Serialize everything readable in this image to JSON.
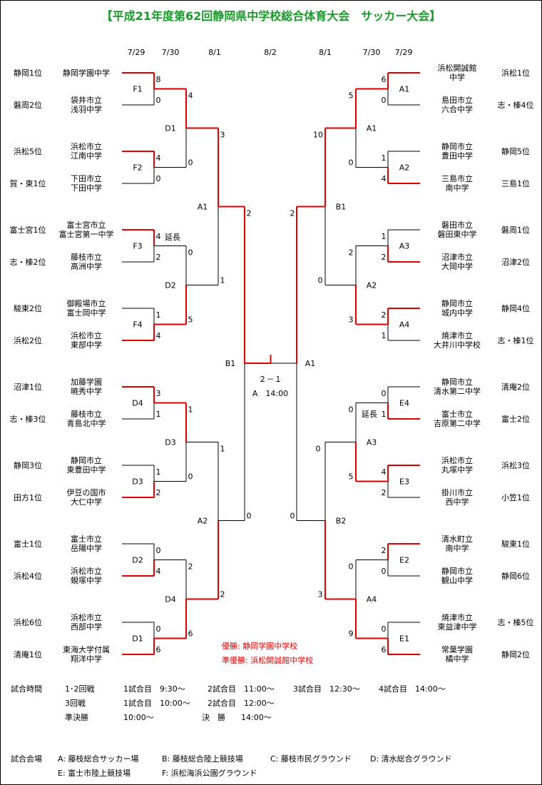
{
  "title": "【平成21年度第62回静岡県中学校総合体育大会　サッカー大会】",
  "dates": {
    "left": [
      "7/29",
      "7/30",
      "8/1"
    ],
    "center": "8/2",
    "right": [
      "8/1",
      "7/30",
      "7/29"
    ]
  },
  "left_teams": [
    {
      "rank": "静岡1位",
      "school": [
        "静岡学園中学"
      ]
    },
    {
      "rank": "磐周2位",
      "school": [
        "袋井市立",
        "浅羽中学"
      ]
    },
    {
      "rank": "浜松5位",
      "school": [
        "浜松市立",
        "江南中学"
      ]
    },
    {
      "rank": "賀・東1位",
      "school": [
        "下田市立",
        "下田中学"
      ]
    },
    {
      "rank": "富士宮1位",
      "school": [
        "富士宮市立",
        "富士宮第一中学"
      ]
    },
    {
      "rank": "志・榛2位",
      "school": [
        "藤枝市立",
        "高洲中学"
      ]
    },
    {
      "rank": "駿東2位",
      "school": [
        "御殿場市立",
        "富士岡中学"
      ]
    },
    {
      "rank": "浜松2位",
      "school": [
        "浜松市立",
        "東部中学"
      ]
    },
    {
      "rank": "沼津1位",
      "school": [
        "加藤学園",
        "暁秀中学"
      ]
    },
    {
      "rank": "志・榛3位",
      "school": [
        "藤枝市立",
        "青島北中学"
      ]
    },
    {
      "rank": "静岡3位",
      "school": [
        "静岡市立",
        "東豊田中学"
      ]
    },
    {
      "rank": "田方1位",
      "school": [
        "伊豆の国市",
        "大仁中学"
      ]
    },
    {
      "rank": "富士1位",
      "school": [
        "富士市立",
        "岳陽中学"
      ]
    },
    {
      "rank": "浜松4位",
      "school": [
        "浜松市立",
        "蜆塚中学"
      ]
    },
    {
      "rank": "浜松6位",
      "school": [
        "浜松市立",
        "西部中学"
      ]
    },
    {
      "rank": "清庵1位",
      "school": [
        "東海大学付属",
        "翔洋中学"
      ]
    }
  ],
  "right_teams": [
    {
      "rank": "浜松1位",
      "school": [
        "浜松開誠館",
        "中学"
      ]
    },
    {
      "rank": "志・榛4位",
      "school": [
        "島田市立",
        "六合中学"
      ]
    },
    {
      "rank": "静岡5位",
      "school": [
        "静岡市立",
        "豊田中学"
      ]
    },
    {
      "rank": "三島1位",
      "school": [
        "三島市立",
        "南中学"
      ]
    },
    {
      "rank": "磐周1位",
      "school": [
        "磐田市立",
        "磐田東中学"
      ]
    },
    {
      "rank": "沼津2位",
      "school": [
        "沼津市立",
        "大岡中学"
      ]
    },
    {
      "rank": "静岡4位",
      "school": [
        "静岡市立",
        "城内中学"
      ]
    },
    {
      "rank": "志・榛1位",
      "school": [
        "焼津市立",
        "大井川中学校"
      ]
    },
    {
      "rank": "清庵2位",
      "school": [
        "静岡市立",
        "清水第二中学"
      ]
    },
    {
      "rank": "富士2位",
      "school": [
        "富士市立",
        "吉原第二中学"
      ]
    },
    {
      "rank": "浜松3位",
      "school": [
        "浜松市立",
        "丸塚中学"
      ]
    },
    {
      "rank": "小笠1位",
      "school": [
        "掛川市立",
        "西中学"
      ]
    },
    {
      "rank": "駿東1位",
      "school": [
        "清水町立",
        "南中学"
      ]
    },
    {
      "rank": "静岡6位",
      "school": [
        "静岡市立",
        "観山中学"
      ]
    },
    {
      "rank": "志・榛5位",
      "school": [
        "焼津市立",
        "東益津中学"
      ]
    },
    {
      "rank": "静岡2位",
      "school": [
        "常葉学園",
        "橘中学"
      ]
    }
  ],
  "left_r1": [
    {
      "venue": "F1",
      "scores": [
        "8",
        "0"
      ],
      "winner": 0
    },
    {
      "venue": "F2",
      "scores": [
        "4",
        "0"
      ],
      "winner": 0
    },
    {
      "venue": "F3",
      "scores": [
        "4",
        "2"
      ],
      "winner": 0,
      "note": "延長"
    },
    {
      "venue": "F4",
      "scores": [
        "1",
        "4"
      ],
      "winner": 1
    },
    {
      "venue": "D4",
      "scores": [
        "3",
        "1"
      ],
      "winner": 0
    },
    {
      "venue": "D3",
      "scores": [
        "1",
        "2"
      ],
      "winner": 1
    },
    {
      "venue": "D2",
      "scores": [
        "0",
        "4"
      ],
      "winner": 1
    },
    {
      "venue": "D1",
      "scores": [
        "0",
        "6"
      ],
      "winner": 1
    }
  ],
  "left_r2": [
    {
      "venue": "D1",
      "scores": [
        "4",
        "0"
      ],
      "winner": 0
    },
    {
      "venue": "D2",
      "scores": [
        "0",
        "5"
      ],
      "winner": 1
    },
    {
      "venue": "D3",
      "scores": [
        "1",
        "0"
      ],
      "winner": 0
    },
    {
      "venue": "D4",
      "scores": [
        "2",
        "6"
      ],
      "winner": 1
    }
  ],
  "left_r3": [
    {
      "venue": "A1",
      "scores": [
        "3",
        "1"
      ],
      "winner": 0
    },
    {
      "venue": "A2",
      "scores": [
        "1",
        "2"
      ],
      "winner": 1
    }
  ],
  "left_sf": {
    "venue": "B1",
    "scores": [
      "2",
      "0"
    ],
    "winner": 0
  },
  "right_r1": [
    {
      "venue": "A1",
      "scores": [
        "6",
        "0"
      ],
      "winner": 0
    },
    {
      "venue": "A2",
      "scores": [
        "1",
        "4"
      ],
      "winner": 1
    },
    {
      "venue": "A3",
      "scores": [
        "1",
        "2"
      ],
      "winner": 1
    },
    {
      "venue": "A4",
      "scores": [
        "2",
        "1"
      ],
      "winner": 0
    },
    {
      "venue": "E4",
      "scores": [
        "0",
        "1"
      ],
      "winner": 1,
      "note": "延長"
    },
    {
      "venue": "E3",
      "scores": [
        "4",
        "2"
      ],
      "winner": 0
    },
    {
      "venue": "E2",
      "scores": [
        "2",
        "0"
      ],
      "winner": 0
    },
    {
      "venue": "E1",
      "scores": [
        "0",
        "6"
      ],
      "winner": 1
    }
  ],
  "right_r2": [
    {
      "venue": "A1",
      "scores": [
        "5",
        "0"
      ],
      "winner": 0
    },
    {
      "venue": "A2",
      "scores": [
        "2",
        "3"
      ],
      "winner": 1
    },
    {
      "venue": "A3",
      "scores": [
        "0",
        "5"
      ],
      "winner": 1
    },
    {
      "venue": "A4",
      "scores": [
        "0",
        "9"
      ],
      "winner": 1
    }
  ],
  "right_r3": [
    {
      "venue": "B1",
      "scores": [
        "10",
        "0"
      ],
      "winner": 0
    },
    {
      "venue": "B2",
      "scores": [
        "0",
        "3"
      ],
      "winner": 1
    }
  ],
  "right_sf": {
    "venue": "A1",
    "scores": [
      "2",
      "0"
    ],
    "winner": 0
  },
  "final": {
    "score": "２－１",
    "info": "A　14:00",
    "winner_side": "left"
  },
  "results": {
    "champion": "優勝: 静岡学園中学校",
    "runner_up": "準優勝: 浜松開誠館中学校"
  },
  "schedule": {
    "label": "試合時間",
    "rows": [
      {
        "round": "1･2回戦",
        "times": [
          "1試合目　9:30～",
          "2試合目　11:00～",
          "3試合目　12:30～",
          "4試合目　14:00～"
        ]
      },
      {
        "round": "3回戦",
        "times": [
          "1試合目　10:00～",
          "2試合目　12:00～"
        ]
      },
      {
        "round": "準決勝",
        "times": [
          "10:00～",
          "決　勝　　14:00～"
        ]
      }
    ]
  },
  "venues": {
    "label": "試合会場",
    "row1": [
      "A: 藤枝総合サッカー場",
      "B: 藤枝総合陸上競技場",
      "C: 藤枝市民グラウンド",
      "D: 清水総合グラウンド"
    ],
    "row2": [
      "E: 富士市陸上競技場",
      "F: 浜松海浜公園グラウンド"
    ]
  },
  "colors": {
    "title": "#1a9a2a",
    "winner_line": "#e00000",
    "line": "#000000"
  }
}
